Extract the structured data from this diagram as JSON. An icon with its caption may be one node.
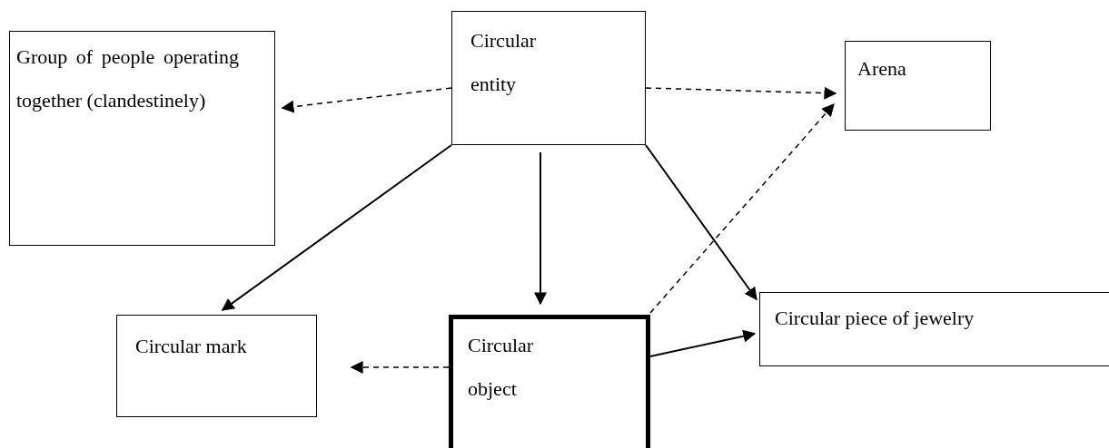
{
  "diagram": {
    "nodes": [
      {
        "text": [
          "Circular entity"
        ]
      },
      {
        "text": [
          "Group of people operating together (clandestinely)"
        ]
      },
      {
        "text": [
          "Arena"
        ]
      },
      {
        "text": [
          "Circular mark"
        ]
      },
      {
        "text": [
          "Circular object"
        ]
      },
      {
        "text": [
          "Circular piece of jewelry"
        ]
      }
    ],
    "edges": [
      {
        "from": 0,
        "to": 1,
        "arrow": "to",
        "style": "dashed"
      },
      {
        "from": 0,
        "to": 2,
        "arrow": "to",
        "style": "dashed"
      },
      {
        "from": 0,
        "to": 3,
        "arrow": "to"
      },
      {
        "from": 0,
        "to": 4,
        "arrow": "to"
      },
      {
        "from": 0,
        "to": 5,
        "arrow": "to"
      },
      {
        "from": 4,
        "to": 3,
        "arrow": "to",
        "style": "dashed"
      },
      {
        "from": 4,
        "to": 2,
        "arrow": "to",
        "style": "dashed"
      },
      {
        "from": 4,
        "to": 5,
        "arrow": "to"
      }
    ]
  }
}
